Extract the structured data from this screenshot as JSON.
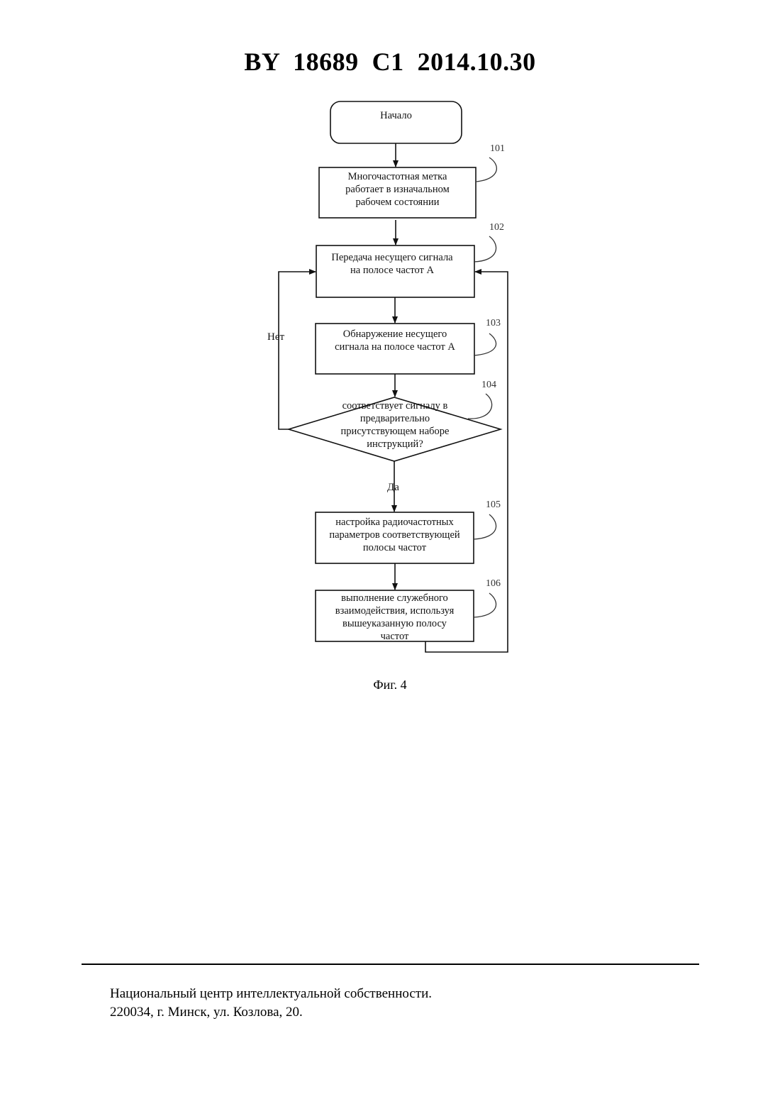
{
  "header": {
    "title": "BY  18689  C1  2014.10.30"
  },
  "flowchart": {
    "start": "Начало",
    "steps": [
      {
        "ref": "101",
        "lines": [
          "Многочастотная метка",
          "работает в изначальном",
          "рабочем состоянии"
        ]
      },
      {
        "ref": "102",
        "lines": [
          "Передача несущего сигнала",
          "на полосе частот А"
        ]
      },
      {
        "ref": "103",
        "lines": [
          "Обнаружение несущего",
          "сигнала на полосе частот А"
        ]
      },
      {
        "ref": "104",
        "lines": [
          "соответствует сигналу в",
          "предварительно",
          "присутствующем наборе",
          "инструкций?"
        ]
      },
      {
        "ref": "105",
        "lines": [
          "настройка радиочастотных",
          "параметров соответствующей",
          "полосы частот"
        ]
      },
      {
        "ref": "106",
        "lines": [
          "выполнение служебного",
          "взаимодействия, используя",
          "вышеуказанную полосу",
          "частот"
        ]
      }
    ],
    "no_label": "Нет",
    "yes_label": "Да"
  },
  "caption": "Фиг. 4",
  "footer": {
    "line1": "Национальный центр интеллектуальной собственности.",
    "line2": "220034, г. Минск, ул. Козлова, 20."
  }
}
